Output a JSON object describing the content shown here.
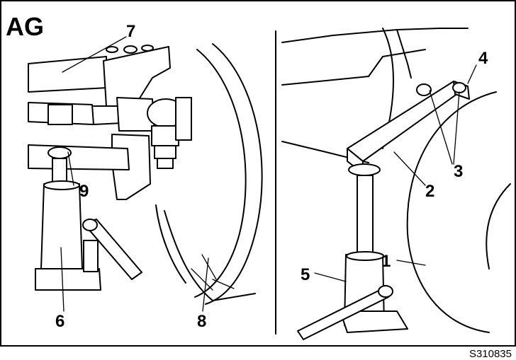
{
  "figure": {
    "title": "AG",
    "code": "S310835"
  },
  "callouts": {
    "c1": "1",
    "c2": "2",
    "c3": "3",
    "c4": "4",
    "c5": "5",
    "c6": "6",
    "c7": "7",
    "c8": "8",
    "c9": "9"
  }
}
